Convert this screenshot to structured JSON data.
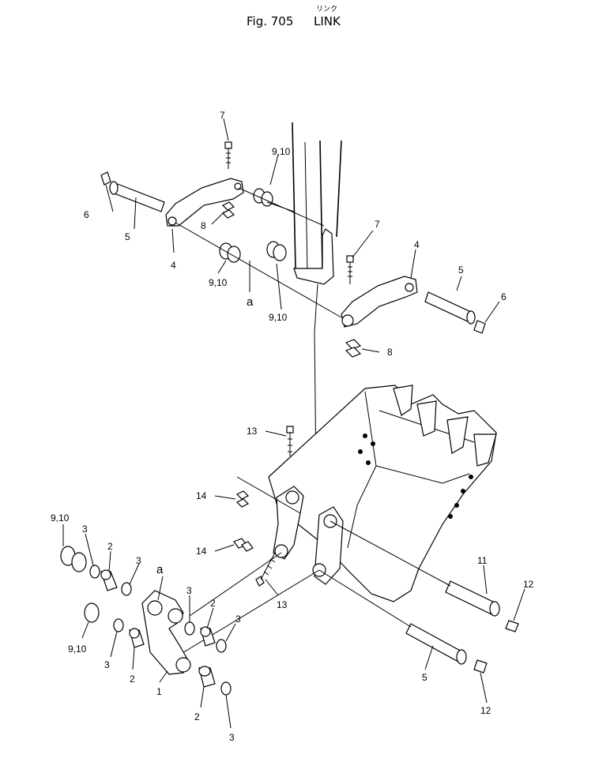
{
  "header": {
    "fig_label": "Fig. 705",
    "title_jp": "リンク",
    "title_en": "LINK"
  },
  "callouts": {
    "c7_top": "7",
    "c910_top": "9,10",
    "c6_left": "6",
    "c5_left": "5",
    "c8_top": "8",
    "c4_left": "4",
    "c910_mid_left": "9,10",
    "a_top": "a",
    "c910_mid": "9,10",
    "c7_right": "7",
    "c4_right": "4",
    "c5_right": "5",
    "c6_right": "6",
    "c8_right": "8",
    "c13_top": "13",
    "c14_top": "14",
    "c14_bot": "14",
    "c13_bot": "13",
    "c11": "11",
    "c12_top": "12",
    "c5_bot": "5",
    "c12_bot": "12",
    "c910_left": "9,10",
    "c3_a": "3",
    "c2_a": "2",
    "c3_b": "3",
    "a_bot": "a",
    "c3_c": "3",
    "c2_b": "2",
    "c3_d": "3",
    "c910_left2": "9,10",
    "c3_e": "3",
    "c2_c": "2",
    "c1": "1",
    "c2_d": "2",
    "c3_f": "3"
  }
}
